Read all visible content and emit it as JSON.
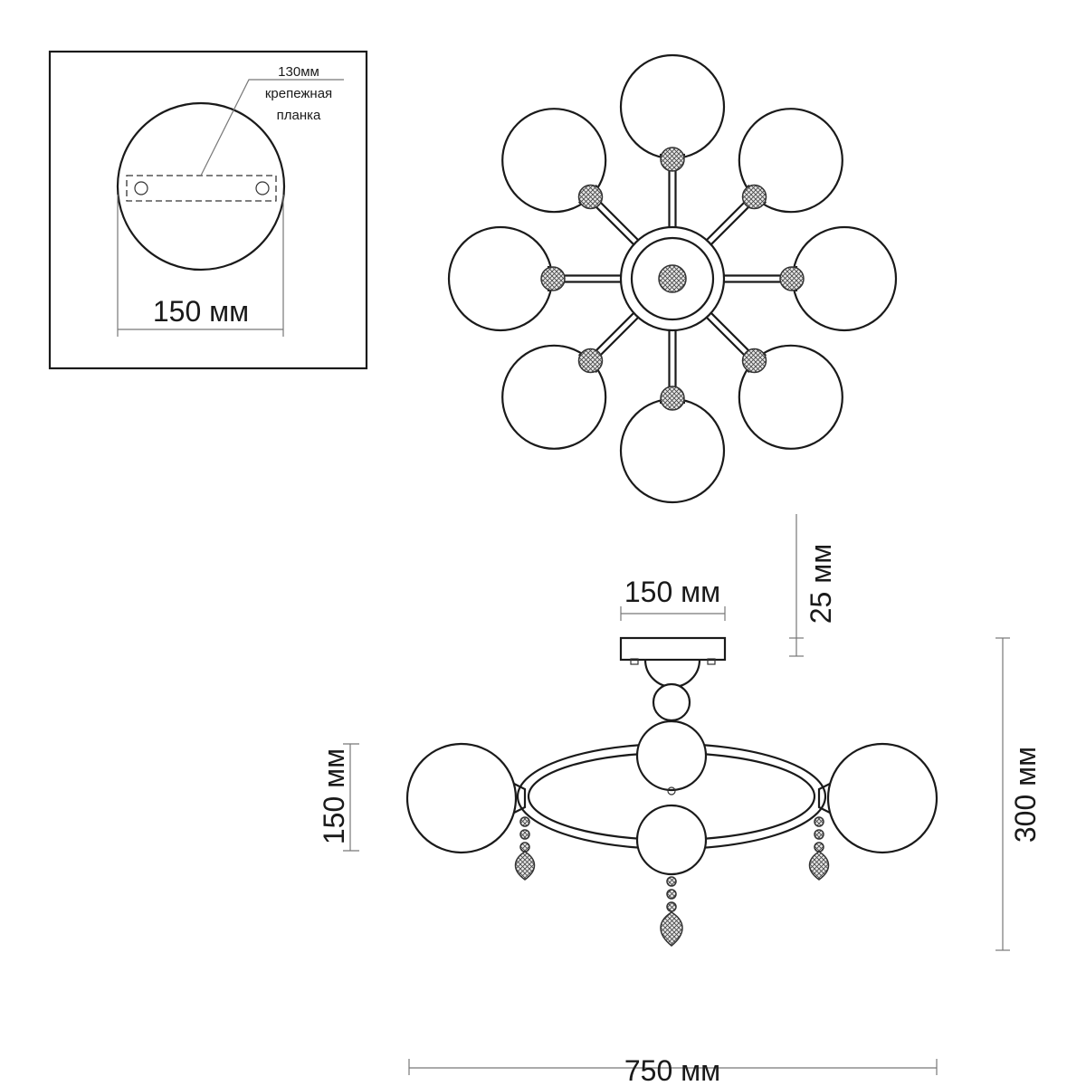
{
  "mount_detail": {
    "plate_label_line1": "130мм",
    "plate_label_line2": "крепежная",
    "plate_label_line3": "планка",
    "diameter_label": "150 мм"
  },
  "top_view": {
    "arm_count": 8
  },
  "side_view": {
    "canopy_width_label": "150 мм",
    "canopy_height_label": "25 мм",
    "globe_height_label": "150 мм",
    "total_height_label": "300 мм",
    "total_width_label": "750 мм"
  },
  "colors": {
    "line": "#1a1a1a",
    "dimension": "#777777"
  }
}
